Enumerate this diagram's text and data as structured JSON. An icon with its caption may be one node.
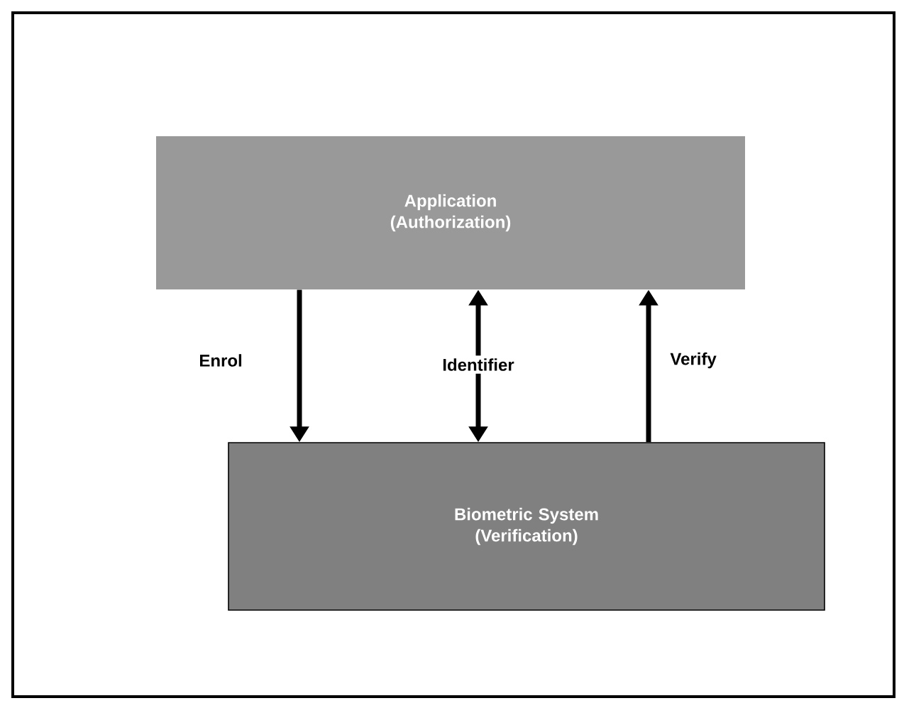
{
  "diagram": {
    "nodes": [
      {
        "text": [
          "Application (Authorization)"
        ]
      },
      {
        "text": [
          "Biometric System (Verification)"
        ]
      }
    ],
    "edges": [
      {
        "from": 0,
        "to": 1,
        "arrow": "to",
        "label": "Enrol"
      },
      {
        "from": 0,
        "to": 1,
        "arrow": "both",
        "label": "Identifier"
      },
      {
        "from": 1,
        "to": 0,
        "arrow": "to",
        "label": "Verify"
      }
    ]
  }
}
